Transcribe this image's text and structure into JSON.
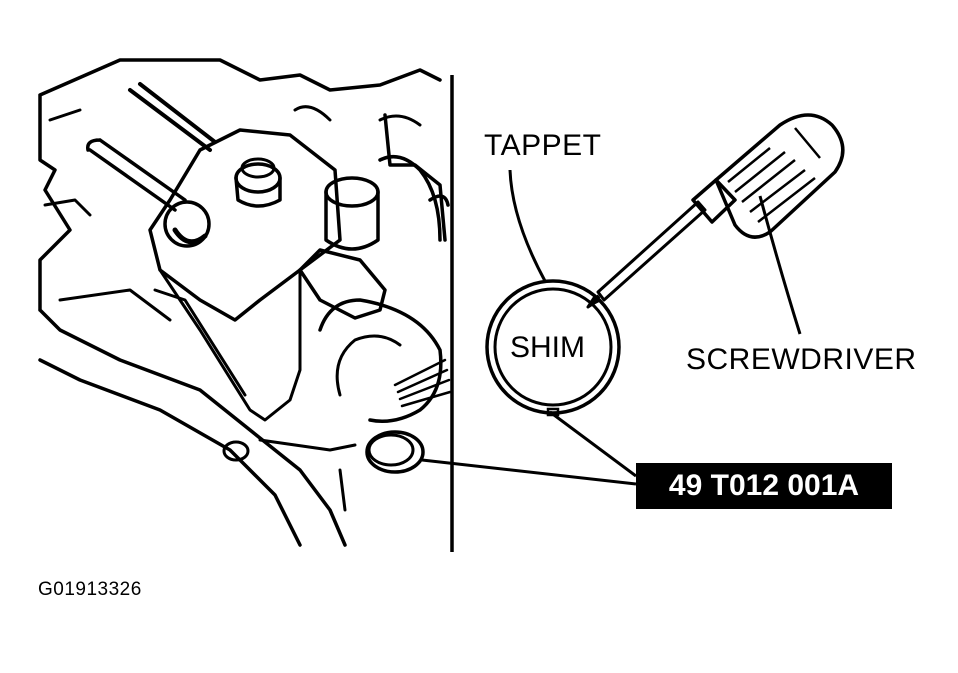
{
  "labels": {
    "tappet": "TAPPET",
    "shim": "SHIM",
    "screwdriver": "SCREWDRIVER",
    "tool_number": "49 T012 001A",
    "figure_id": "G01913326"
  },
  "colors": {
    "ink": "#000000",
    "paper": "#ffffff",
    "callout_box": "#000000",
    "callout_text": "#ffffff"
  }
}
